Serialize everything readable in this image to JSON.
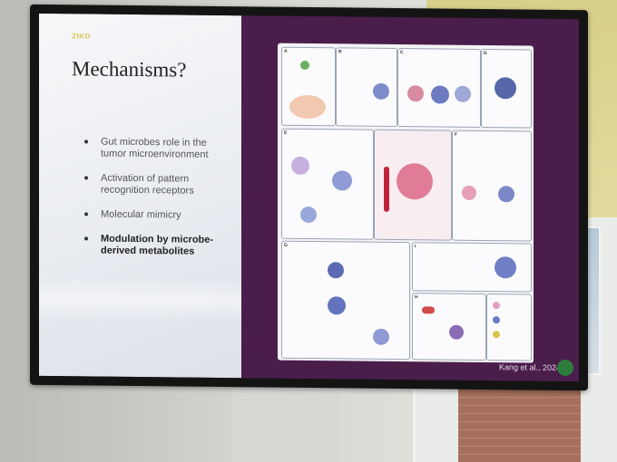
{
  "slide": {
    "logo_text": "ZIKO",
    "title": "Mechanisms?",
    "bullets": [
      {
        "text": "Gut microbes role in the tumor microenvironment",
        "emphasis": false
      },
      {
        "text": "Activation of pattern recognition receptors",
        "emphasis": false
      },
      {
        "text": "Molecular mimicry",
        "emphasis": false
      },
      {
        "text": "Modulation by microbe-derived metabolites",
        "emphasis": true
      }
    ],
    "citation": "Kang et al., 2024"
  },
  "figure": {
    "panel_labels": [
      "A",
      "B",
      "C",
      "D",
      "E",
      "F",
      "G",
      "H",
      "I"
    ]
  },
  "colors": {
    "left_panel_bg": "#f1f3f6",
    "right_panel_bg": "#4a1d4b",
    "title_color": "#222222",
    "logo_color": "#d8c44a"
  }
}
